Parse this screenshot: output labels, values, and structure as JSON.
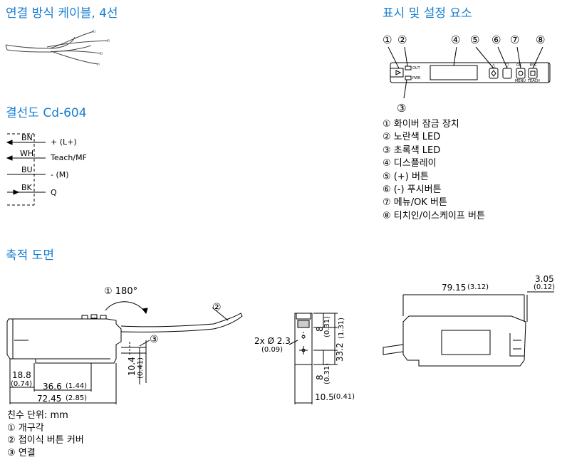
{
  "headings": {
    "cable": "연결 방식 케이블, 4선",
    "display": "표시 및 설정 요소",
    "wiring": "결선도 Cd-604",
    "dimensions": "축적 도면"
  },
  "wiring": {
    "wires": [
      {
        "code": "BN",
        "label": "+ (L+)"
      },
      {
        "code": "WH",
        "label": "Teach/MF"
      },
      {
        "code": "BU",
        "label": "- (M)"
      },
      {
        "code": "BK",
        "label": "Q"
      }
    ]
  },
  "device": {
    "callouts": [
      "①",
      "②",
      "④",
      "⑤",
      "⑥",
      "⑦",
      "⑧",
      "③"
    ],
    "led_out": "OUT",
    "led_pwr": "PWR",
    "ok_label": "OK",
    "esc_label": "ESC",
    "menu_label": "MENU",
    "teach_label": "TEACH"
  },
  "display_items": [
    "① 화이버 잠금 장치",
    "② 노란색 LED",
    "③ 초록색 LED",
    "④ 디스플레이",
    "⑤ (+) 버튼",
    "⑥ (-) 푸시버튼",
    "⑦ 메뉴/OK 버튼",
    "⑧ 티치인/이스케이프 버튼"
  ],
  "dims_side": {
    "angle": "① 180°",
    "callout2": "②",
    "callout3": "③",
    "d_18_8": "18.8",
    "d_18_8_in": "(0.74)",
    "d_36_6": "36.6",
    "d_36_6_in": "(1.44)",
    "d_72_45": "72.45",
    "d_72_45_in": "(2.85)",
    "d_10_4": "10.4",
    "d_10_4_in": "(0.41)"
  },
  "dims_front": {
    "hole": "2x Ø 2.3",
    "hole_in": "(0.09)",
    "d_8_top": "8",
    "d_8_top_in": "(0.31)",
    "d_33_2": "33.2",
    "d_33_2_in": "(1.31)",
    "d_8_bot": "8",
    "d_8_bot_in": "(0.31)",
    "d_10_5": "10.5",
    "d_10_5_in": "(0.41)"
  },
  "dims_back": {
    "d_79_15": "79.15",
    "d_79_15_in": "(3.12)",
    "d_3_05": "3.05",
    "d_3_05_in": "(0.12)"
  },
  "notes": [
    "친수 단위: mm",
    "① 개구각",
    "② 접이식 버튼 커버",
    "③ 연결"
  ]
}
